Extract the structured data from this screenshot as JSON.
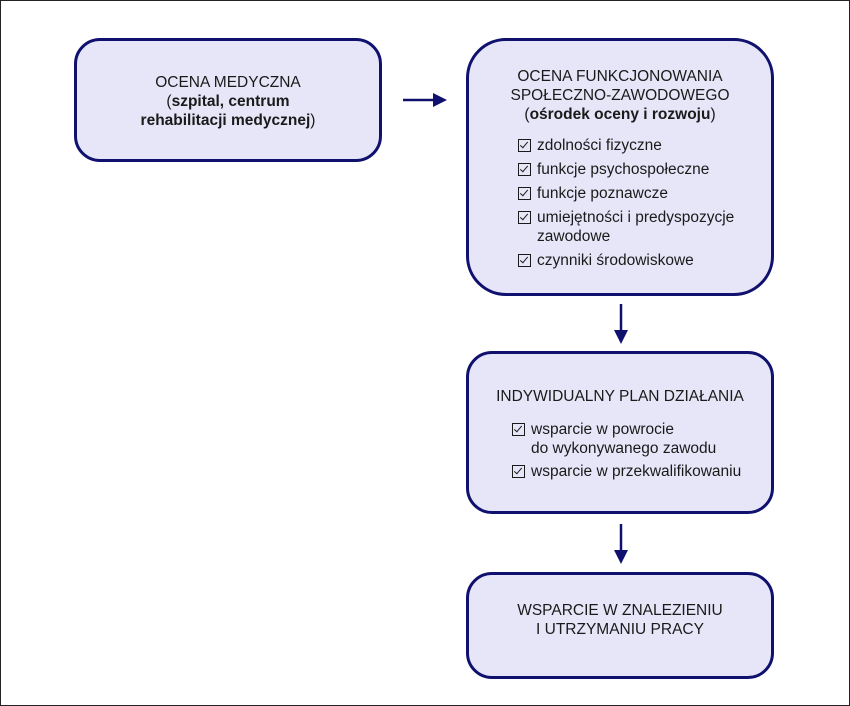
{
  "box_medical": {
    "title": "OCENA MEDYCZNA",
    "paren_open": "(",
    "sub_bold_1": "szpital, centrum",
    "sub_bold_2": "rehabilitacji medycznej",
    "paren_close": ")"
  },
  "box_functional": {
    "title_1": "OCENA FUNKCJONOWANIA",
    "title_2": "SPOŁECZNO-ZAWODOWEGO",
    "paren_open": "(",
    "sub_bold": "ośrodek oceny i rozwoju",
    "paren_close": ")",
    "items": [
      "zdolności fizyczne",
      "funkcje psychospołeczne",
      "funkcje poznawcze",
      "umiejętności i predyspozycje\nzawodowe",
      "czynniki środowiskowe"
    ]
  },
  "box_plan": {
    "title": "INDYWIDUALNY PLAN DZIAŁANIA",
    "items": [
      "wsparcie w powrocie\ndo wykonywanego zawodu",
      "wsparcie w przekwalifikowaniu"
    ]
  },
  "box_support": {
    "title_1": "WSPARCIE W ZNALEZIENIU",
    "title_2": "I UTRZYMANIU PRACY"
  },
  "colors": {
    "box_fill": "#e6e6f8",
    "box_border": "#10106e",
    "arrow": "#10106e"
  }
}
